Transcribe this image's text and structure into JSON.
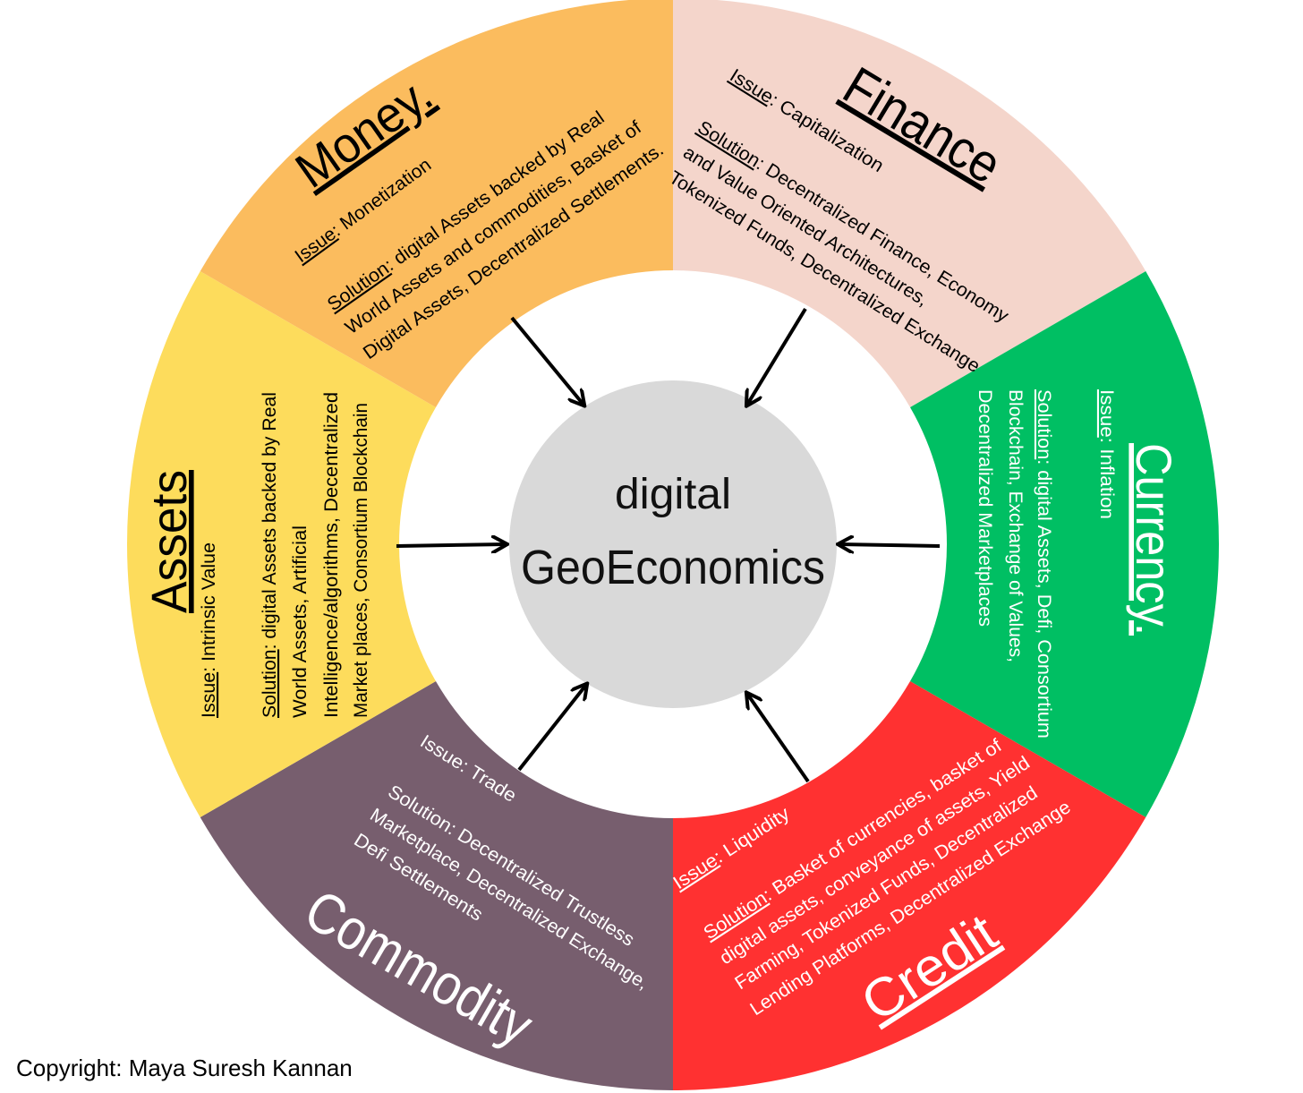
{
  "center": {
    "line1": "digital",
    "line2": "GeoEconomics",
    "color": "#D9D9D9"
  },
  "segments": {
    "money": {
      "title": "Money.",
      "color": "#FBBC5E",
      "text_color": "#000000",
      "issue_label": "Issue",
      "issue": ": Monetization",
      "solution_label": "Solution",
      "solution": [
        ": digital Assets backed by Real",
        "World Assets and commodities, Basket of",
        "Digital Assets, Decentralized Settlements."
      ]
    },
    "finance": {
      "title": "Finance",
      "color": "#F4D5CB",
      "text_color": "#000000",
      "issue_label": "Issue",
      "issue": ": Capitalization",
      "solution_label": "Solution",
      "solution": [
        ": Decentralized Finance, Economy",
        "and Value Oriented Architectures,",
        "Tokenized Funds, Decentralized Exchange"
      ]
    },
    "currency": {
      "title": "Currency.",
      "color": "#00BF63",
      "text_color": "#FFFFFF",
      "issue_label": "Issue",
      "issue": ": Inflation",
      "solution_label": "Solution",
      "solution": [
        ": digital Assets, Defi, Consortium",
        "Blockchain, Exchange of Values,",
        "Decentralized Marketplaces"
      ]
    },
    "credit": {
      "title": "Credit",
      "color": "#FF3131",
      "text_color": "#FFFFFF",
      "issue_label": "Issue",
      "issue": ": Liquidity",
      "solution_label": "Solution",
      "solution": [
        ": Basket of currencies, basket of",
        "digital assets, conveyance of assets, Yield",
        "Farming, Tokenized Funds, Decentralized",
        "Lending Platforms, Decentralized Exchange"
      ]
    },
    "commodity": {
      "title": "Commodity",
      "color": "#775E6E",
      "text_color": "#FFFFFF",
      "issue": "Issue: Trade",
      "solution": [
        "Solution: Decentralized Trustless",
        "Marketplace, Decentralized Exchange,",
        "Defi Settlements"
      ]
    },
    "assets": {
      "title": "Assets",
      "color": "#FDDC5C",
      "text_color": "#000000",
      "issue_label": "Issue",
      "issue": ": Intrinsic Value",
      "solution_label": "Solution",
      "solution": [
        ": digital Assets backed by Real",
        "World Assets, Artificial",
        "Intelligence/algorithms, Decentralized",
        "Market places, Consortium Blockchain"
      ]
    }
  },
  "copyright": "Copyright: Maya Suresh Kannan"
}
